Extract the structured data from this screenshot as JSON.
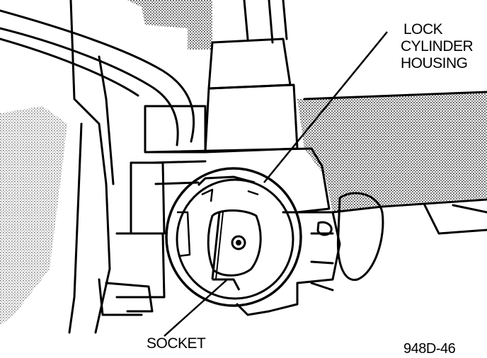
{
  "labels": {
    "lock_cylinder_housing": [
      "LOCK",
      "CYLINDER",
      "HOUSING"
    ],
    "socket": "SOCKET",
    "figure_id": "948D-46"
  },
  "colors": {
    "ink": "#000000",
    "shade": "#9a9a9a",
    "paper": "#ffffff"
  }
}
